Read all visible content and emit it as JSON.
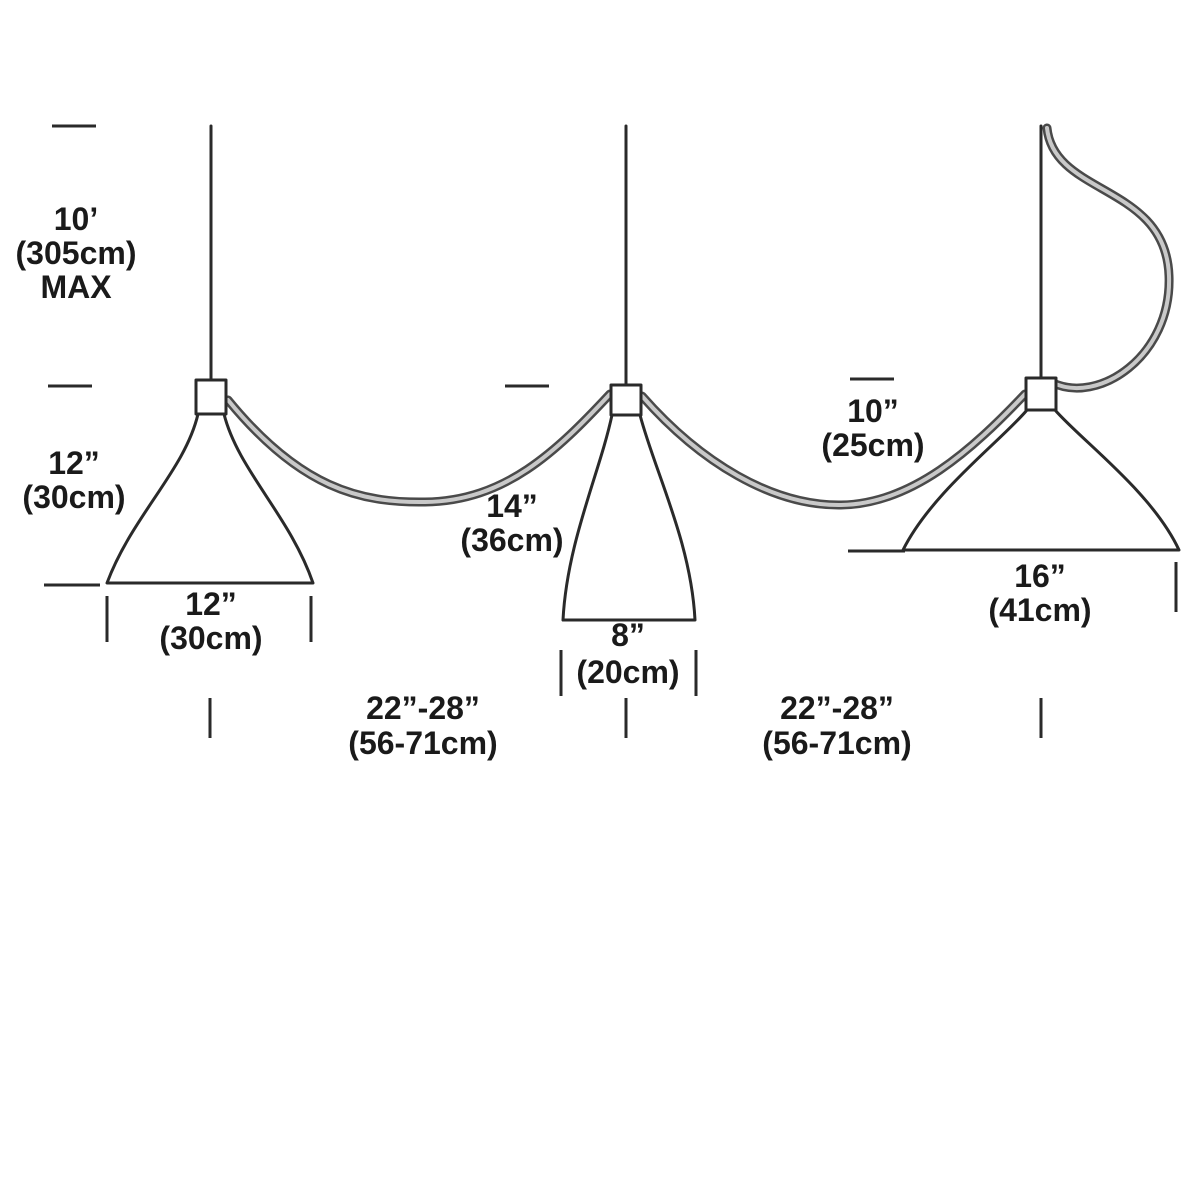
{
  "diagram": {
    "title": "three-pendant-swag-light-dimension-diagram",
    "labels": {
      "drop_max": [
        "10’",
        "(305cm)",
        "MAX"
      ],
      "left_height": [
        "12”",
        "(30cm)"
      ],
      "left_width": [
        "12”",
        "(30cm)"
      ],
      "center_height": [
        "14”",
        "(36cm)"
      ],
      "center_width": [
        "8”",
        "(20cm)"
      ],
      "right_height": [
        "10”",
        "(25cm)"
      ],
      "right_width": [
        "16”",
        "(41cm)"
      ],
      "spacing_left": [
        "22”-28”",
        "(56-71cm)"
      ],
      "spacing_right": [
        "22”-28”",
        "(56-71cm)"
      ]
    }
  }
}
